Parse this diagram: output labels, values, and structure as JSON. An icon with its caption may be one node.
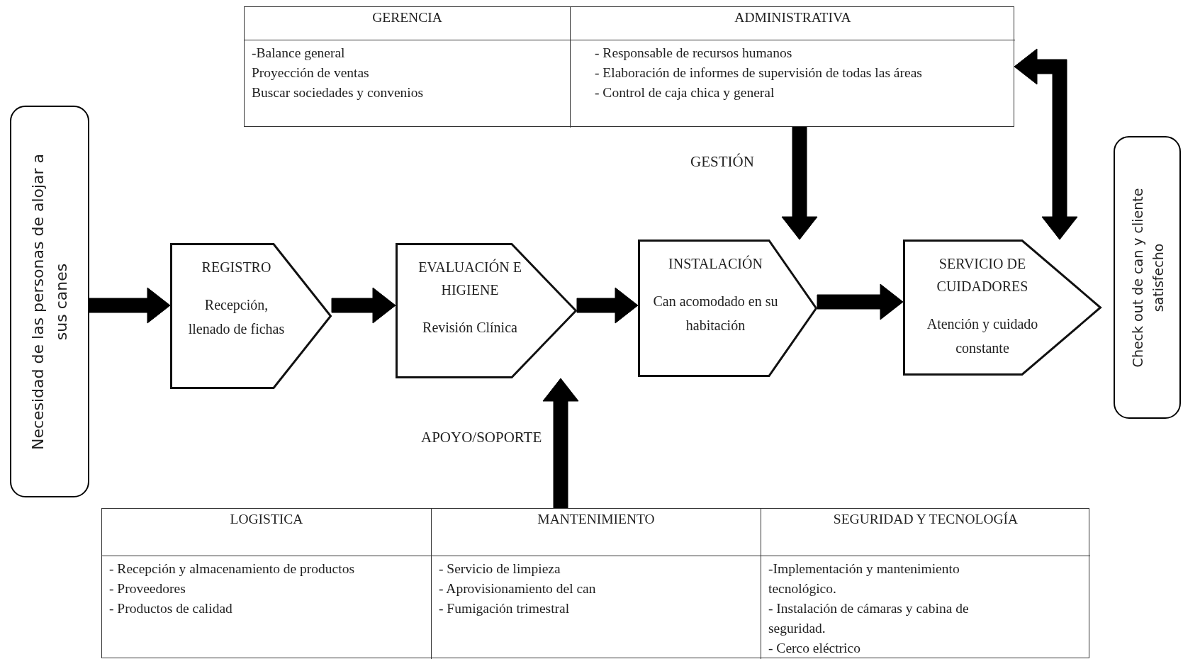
{
  "diagram": {
    "nodes": [
      {
        "text": [
          "Necesidad de las personas de alojar a sus canes"
        ]
      },
      {
        "text": [
          "REGISTRO",
          "Recepción, llenado de fichas"
        ]
      },
      {
        "text": [
          "EVALUACIÓN E HIGIENE",
          "Revisión Clínica"
        ]
      },
      {
        "text": [
          "INSTALACIÓN",
          "Can acomodado en su habitación"
        ]
      },
      {
        "text": [
          "SERVICIO DE CUIDADORES",
          "Atención y cuidado constante"
        ]
      },
      {
        "text": [
          "Check out de can y cliente satisfecho"
        ]
      },
      {
        "text": [],
        "shape": "box"
      },
      {
        "text": [
          "GERENCIA",
          "-Balance general",
          "Proyección de ventas",
          "Buscar sociedades y convenios"
        ],
        "in": 6
      },
      {
        "text": [
          "ADMINISTRATIVA",
          "- Responsable de recursos humanos",
          "- Elaboración de informes de supervisión de todas las áreas",
          "- Control de caja chica y general"
        ],
        "in": 6
      },
      {
        "text": [],
        "shape": "box"
      },
      {
        "text": [
          "LOGISTICA",
          "- Recepción y almacenamiento de productos",
          "- Proveedores",
          "- Productos de calidad"
        ],
        "in": 9
      },
      {
        "text": [
          "MANTENIMIENTO",
          "- Servicio de limpieza",
          "- Aprovisionamiento del can",
          "- Fumigación trimestral"
        ],
        "in": 9
      },
      {
        "text": [
          "SEGURIDAD Y TECNOLOGÍA",
          "-Implementación y mantenimiento tecnológico.",
          "- Instalación de cámaras y cabina de seguridad.",
          "- Cerco eléctrico"
        ],
        "in": 9
      }
    ],
    "edges": [
      {
        "from": 0,
        "to": 1,
        "arrow": "to"
      },
      {
        "from": 1,
        "to": 2,
        "arrow": "to"
      },
      {
        "from": 2,
        "to": 3,
        "arrow": "to"
      },
      {
        "from": 3,
        "to": 4,
        "arrow": "to"
      },
      {
        "from": 6,
        "to": 3,
        "arrow": "to",
        "label": "GESTIÓN"
      },
      {
        "from": 6,
        "to": 4,
        "arrow": "both"
      },
      {
        "from": 9,
        "to": 2,
        "arrow": "to",
        "label": "APOYO/SOPORTE"
      }
    ]
  }
}
